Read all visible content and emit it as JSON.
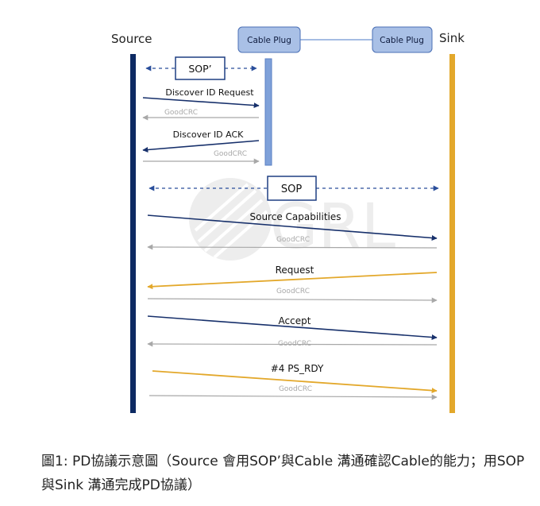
{
  "diagram": {
    "participants": {
      "source": "Source",
      "cable_plug_left": "Cable Plug",
      "cable_plug_right": "Cable Plug",
      "sink": "Sink"
    },
    "watermark": "GRL",
    "sop_prime_box": "SOP’",
    "sop_box": "SOP",
    "messages": {
      "discover_id_request": "Discover ID Request",
      "goodcrc_1": "GoodCRC",
      "discover_id_ack": "Discover ID ACK",
      "goodcrc_2": "GoodCRC",
      "source_capabilities": "Source Capabilities",
      "goodcrc_3": "GoodCRC",
      "request": "Request",
      "goodcrc_4": "GoodCRC",
      "accept": "Accept",
      "goodcrc_5": "GoodCRC",
      "ps_rdy": "#4 PS_RDY",
      "goodcrc_6": "GoodCRC"
    },
    "colors": {
      "source_lifeline": "#0d2a63",
      "sink_lifeline": "#e3a82b",
      "cable_lifeline": "#6f94d2",
      "navy_arrow": "#17306b",
      "gold_arrow": "#e3a82b",
      "gray_arrow": "#a8a8a8",
      "cable_box_fill": "#a9c0e6",
      "dashed_arrow": "#2a4e9b"
    }
  },
  "caption": "圖1: PD協議示意圖（Source 會用SOP’與Cable 溝通確認Cable的能力；用SOP與Sink 溝通完成PD協議）"
}
